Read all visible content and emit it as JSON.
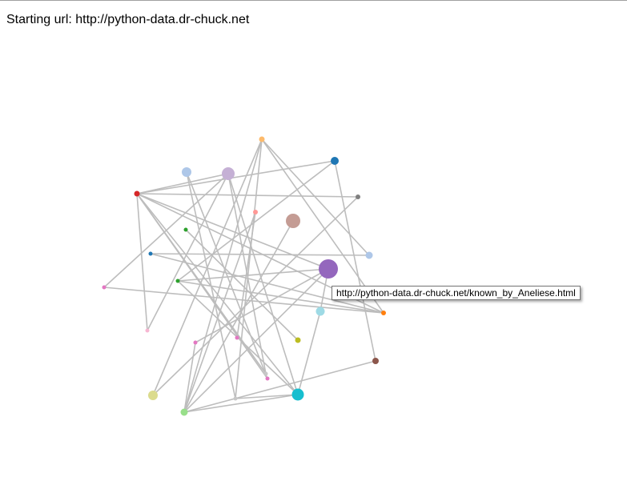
{
  "header": {
    "label": "Starting url:",
    "url": "http://python-data.dr-chuck.net"
  },
  "tooltip": {
    "text": "http://python-data.dr-chuck.net/known_by_Aneliese.html"
  },
  "graph": {
    "type": "force-directed network",
    "link_color": "#bdbdbd",
    "nodes": [
      {
        "id": "n0",
        "color": "#fdba6b"
      },
      {
        "id": "n1",
        "color": "#1f77b4"
      },
      {
        "id": "n2",
        "color": "#aec7e8"
      },
      {
        "id": "n3",
        "color": "#c5b0d5"
      },
      {
        "id": "n4",
        "color": "#d62728"
      },
      {
        "id": "n5",
        "color": "#7f7f7f"
      },
      {
        "id": "n6",
        "color": "#ff9896"
      },
      {
        "id": "n7",
        "color": "#c49c94"
      },
      {
        "id": "n8",
        "color": "#2ca02c"
      },
      {
        "id": "n9",
        "color": "#1f77b4"
      },
      {
        "id": "n10",
        "color": "#aec7e8"
      },
      {
        "id": "n11",
        "color": "#9467bd"
      },
      {
        "id": "n12",
        "color": "#e377c2"
      },
      {
        "id": "n13",
        "color": "#2ca02c"
      },
      {
        "id": "n14",
        "color": "#9edae5"
      },
      {
        "id": "n15",
        "color": "#ff7f0e"
      },
      {
        "id": "n16",
        "color": "#f7b6d2"
      },
      {
        "id": "n17",
        "color": "#e377c2"
      },
      {
        "id": "n18",
        "color": "#e377c2"
      },
      {
        "id": "n19",
        "color": "#bcbd22"
      },
      {
        "id": "n20",
        "color": "#8c564b"
      },
      {
        "id": "n21",
        "color": "#c7c7c7"
      },
      {
        "id": "n22",
        "color": "#e377c2"
      },
      {
        "id": "n23",
        "color": "#dbdb8d"
      },
      {
        "id": "n24",
        "color": "#17becf"
      },
      {
        "id": "n25",
        "color": "#98df8a"
      },
      {
        "id": "n26",
        "color": "#c7c7c7"
      }
    ],
    "links": [
      [
        "n0",
        "n25"
      ],
      [
        "n0",
        "n26"
      ],
      [
        "n0",
        "n23"
      ],
      [
        "n0",
        "n15"
      ],
      [
        "n0",
        "n10"
      ],
      [
        "n4",
        "n1"
      ],
      [
        "n4",
        "n5"
      ],
      [
        "n4",
        "n16"
      ],
      [
        "n4",
        "n11"
      ],
      [
        "n4",
        "n15"
      ],
      [
        "n4",
        "n22"
      ],
      [
        "n4",
        "n24"
      ],
      [
        "n4",
        "n21"
      ],
      [
        "n3",
        "n24"
      ],
      [
        "n3",
        "n12"
      ],
      [
        "n3",
        "n21"
      ],
      [
        "n3",
        "n4"
      ],
      [
        "n2",
        "n22"
      ],
      [
        "n2",
        "n26"
      ],
      [
        "n1",
        "n13"
      ],
      [
        "n1",
        "n20"
      ],
      [
        "n11",
        "n25"
      ],
      [
        "n11",
        "n13"
      ],
      [
        "n11",
        "n17"
      ],
      [
        "n11",
        "n14"
      ],
      [
        "n9",
        "n10"
      ],
      [
        "n9",
        "n15"
      ],
      [
        "n8",
        "n19"
      ],
      [
        "n7",
        "n25"
      ],
      [
        "n6",
        "n25"
      ],
      [
        "n6",
        "n18"
      ],
      [
        "n13",
        "n15"
      ],
      [
        "n13",
        "n24"
      ],
      [
        "n12",
        "n15"
      ],
      [
        "n14",
        "n24"
      ],
      [
        "n16",
        "n3"
      ],
      [
        "n17",
        "n25"
      ],
      [
        "n5",
        "n23"
      ],
      [
        "n20",
        "n25"
      ],
      [
        "n24",
        "n25"
      ],
      [
        "n24",
        "n26"
      ]
    ]
  }
}
